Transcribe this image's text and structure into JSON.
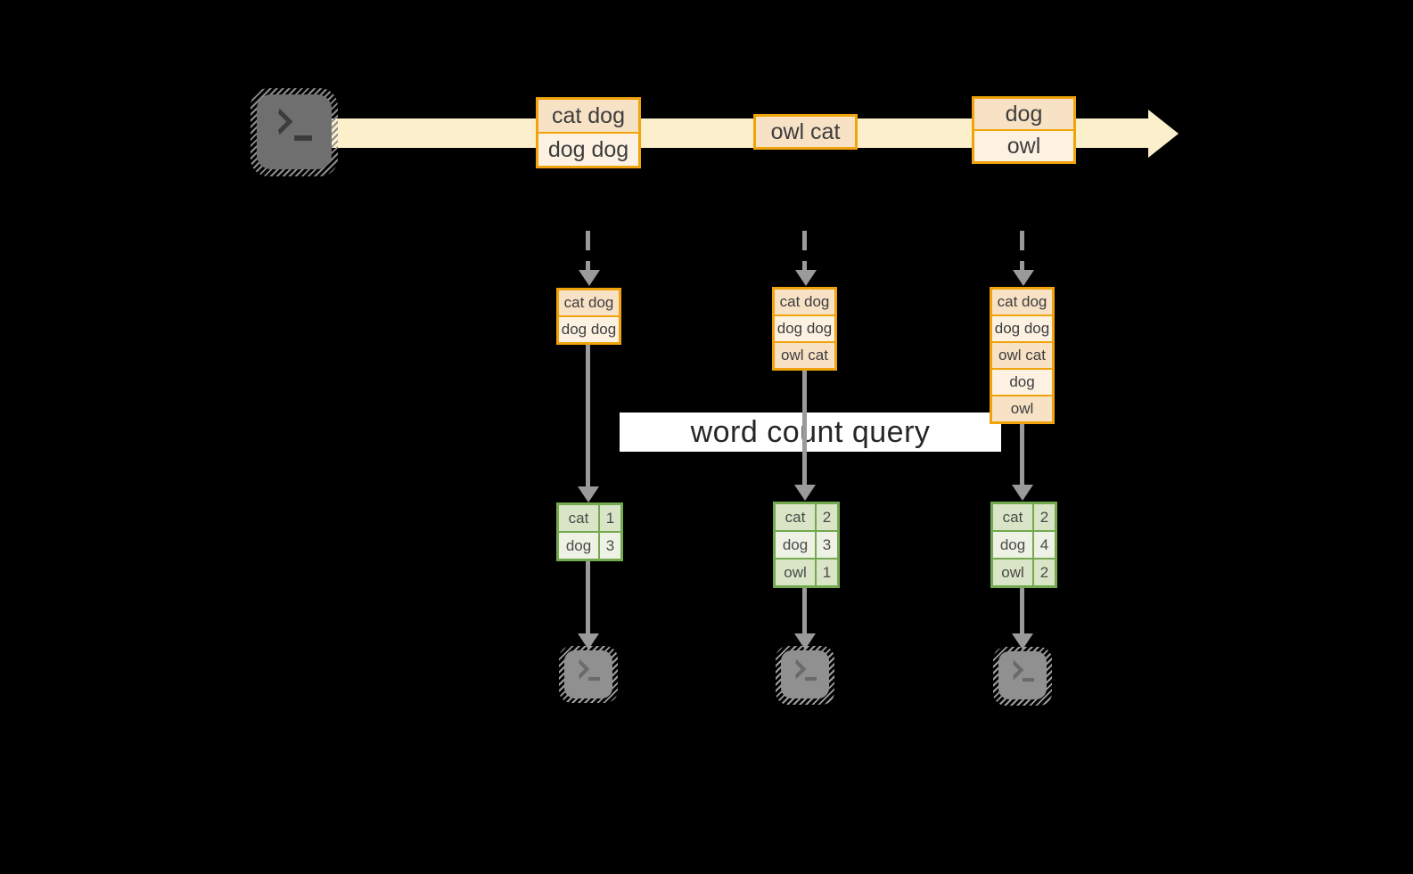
{
  "banner": {
    "label": "word count query"
  },
  "stream": {
    "source_icon": "terminal-icon",
    "batch1": {
      "rows": [
        "cat dog",
        "dog dog"
      ]
    },
    "batch2": {
      "rows": [
        "owl cat"
      ]
    },
    "batch3": {
      "rows": [
        "dog",
        "owl"
      ]
    }
  },
  "columns": [
    {
      "micro_batch": [
        "cat dog",
        "dog dog"
      ],
      "counts": [
        {
          "word": "cat",
          "count": "1"
        },
        {
          "word": "dog",
          "count": "3"
        }
      ],
      "sink_icon": "terminal-icon"
    },
    {
      "micro_batch": [
        "cat dog",
        "dog dog",
        "owl cat"
      ],
      "counts": [
        {
          "word": "cat",
          "count": "2"
        },
        {
          "word": "dog",
          "count": "3"
        },
        {
          "word": "owl",
          "count": "1"
        }
      ],
      "sink_icon": "terminal-icon"
    },
    {
      "micro_batch": [
        "cat dog",
        "dog dog",
        "owl cat",
        "dog",
        "owl"
      ],
      "counts": [
        {
          "word": "cat",
          "count": "2"
        },
        {
          "word": "dog",
          "count": "4"
        },
        {
          "word": "owl",
          "count": "2"
        }
      ],
      "sink_icon": "terminal-icon"
    }
  ],
  "colors": {
    "background": "#000000",
    "stream_band": "#fcefcb",
    "box_border": "#f0a30a",
    "box_fill_dark": "#f8e2c6",
    "box_fill_light": "#fdf2e2",
    "table_border": "#74a950",
    "table_fill_dark": "#d9e5c6",
    "table_fill_light": "#eef2e5",
    "arrow_gray": "#9a9a9a",
    "banner_bg": "#ffffff"
  }
}
